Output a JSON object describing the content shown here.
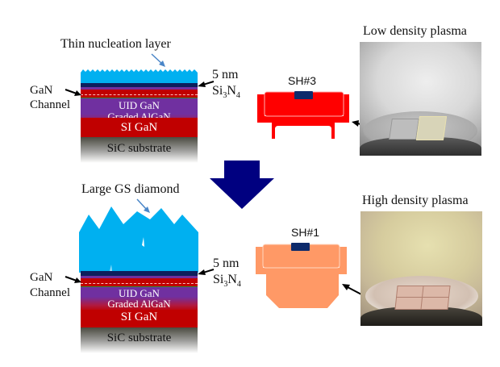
{
  "figure": {
    "top_panel": {
      "diamond_label": "Thin nucleation layer",
      "si3n4_label_line1": "5 nm",
      "si3n4_label_line2_base": "Si",
      "si3n4_sub1": "3",
      "si3n4_mid": "N",
      "si3n4_sub2": "4",
      "channel_label_line1": "GaN",
      "channel_label_line2": "Channel",
      "layers": [
        "UID GaN",
        "Graded AlGaN",
        "SI GaN",
        "SiC substrate"
      ],
      "holder_label": "SH#3",
      "holder_color": "#ff0000",
      "photo_label": "Low density plasma"
    },
    "bottom_panel": {
      "diamond_label": "Large GS diamond",
      "si3n4_label_line1": "5 nm",
      "si3n4_label_line2_base": "Si",
      "si3n4_sub1": "3",
      "si3n4_mid": "N",
      "si3n4_sub2": "4",
      "channel_label_line1": "GaN",
      "channel_label_line2": "Channel",
      "layers": [
        "UID GaN",
        "Graded AlGaN",
        "SI GaN",
        "SiC substrate"
      ],
      "holder_label": "SH#1",
      "holder_color": "#ff9966",
      "photo_label": "High density plasma"
    },
    "colors": {
      "diamond": "#00b0f0",
      "si3n4": "#0d1f5c",
      "gan_red": "#c00000",
      "uid_purple": "#7030a0",
      "transition_arrow": "#000080",
      "holder_top_block": "#0d2a6b"
    }
  }
}
